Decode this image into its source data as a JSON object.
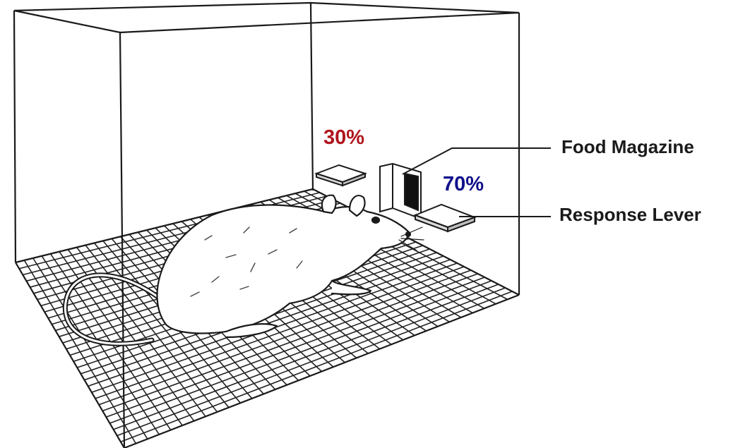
{
  "labels": {
    "food_magazine": "Food Magazine",
    "response_lever": "Response Lever"
  },
  "probabilities": {
    "left_lever": "30%",
    "right_lever": "70%"
  },
  "colors": {
    "left_probability": "#b0151d",
    "right_probability": "#10108a",
    "line": "#1a1a1a",
    "rat_fill": "#ffffff"
  }
}
